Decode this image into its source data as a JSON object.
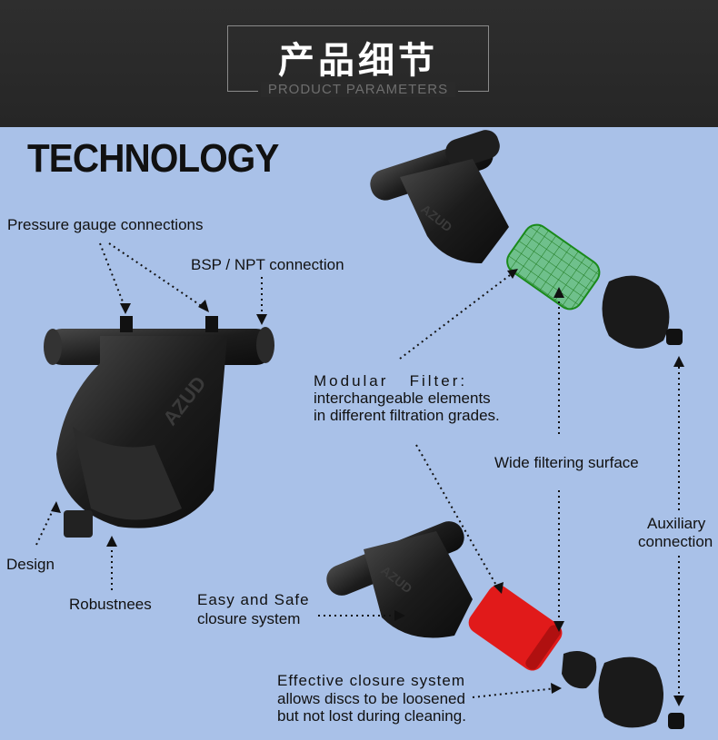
{
  "header": {
    "title_zh": "产品细节",
    "subtitle_en": "PRODUCT PARAMETERS"
  },
  "main": {
    "heading": "TECHNOLOGY",
    "labels": {
      "pressure": "Pressure gauge connections",
      "bsp": "BSP / NPT connection",
      "modular_1": "Modular   Filter:",
      "modular_2": "interchangeable elements",
      "modular_3": "in different filtration grades.",
      "wide": "Wide filtering surface",
      "aux_1": "Auxiliary",
      "aux_2": "connection",
      "design": "Design",
      "robust": "Robustnees",
      "easy_1": "Easy and Safe",
      "easy_2": "closure system",
      "effective_1": "Effective closure system",
      "effective_2": "allows discs to be loosened",
      "effective_3": "but not lost during cleaning."
    },
    "brand_mark": "AZUD",
    "colors": {
      "background": "#a9c1e8",
      "header": "#2a2a2a",
      "screen_element": "#3fbf3f",
      "disc_element": "#e11a1a",
      "body": "#1a1a1a"
    }
  }
}
